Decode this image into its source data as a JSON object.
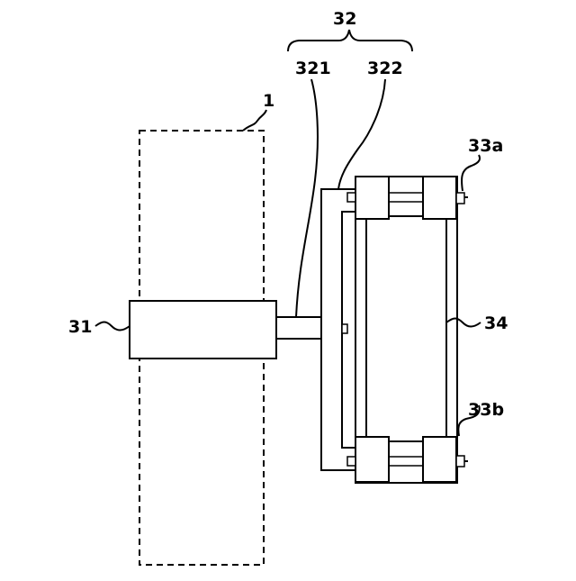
{
  "labels": {
    "frame": "1",
    "motor": "31",
    "coupling": "32",
    "coupling_part_a": "321",
    "coupling_part_b": "322",
    "roller_top": "33a",
    "roller_bottom": "33b",
    "belt": "34"
  },
  "colors": {
    "line": "#000000",
    "background": "#ffffff"
  }
}
